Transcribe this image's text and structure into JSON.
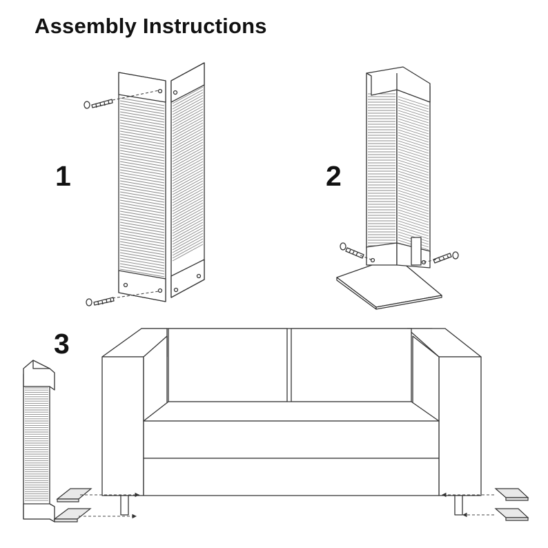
{
  "title": "Assembly Instructions",
  "steps": [
    {
      "number": "1"
    },
    {
      "number": "2"
    },
    {
      "number": "3"
    }
  ]
}
